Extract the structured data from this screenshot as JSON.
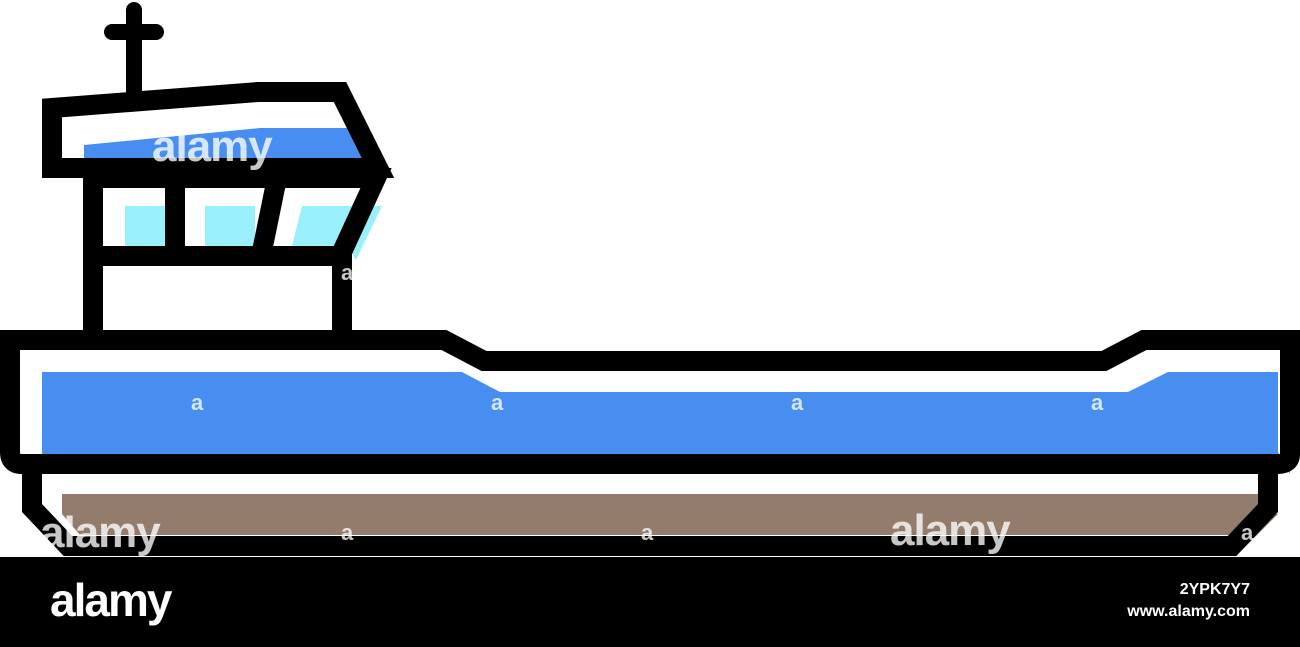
{
  "illustration": {
    "icon": "cargo-ship-icon",
    "colors": {
      "outline": "#000000",
      "hull_band": "#478ef0",
      "cabin_roof": "#478ef0",
      "windows": "#99f0fa",
      "keel": "#947c6d",
      "background": "#ffffff"
    }
  },
  "watermark": {
    "large_text": "alamy",
    "small_text": "a"
  },
  "footer": {
    "logo": "alamy",
    "image_id": "2YPK7Y7",
    "url": "www.alamy.com"
  }
}
